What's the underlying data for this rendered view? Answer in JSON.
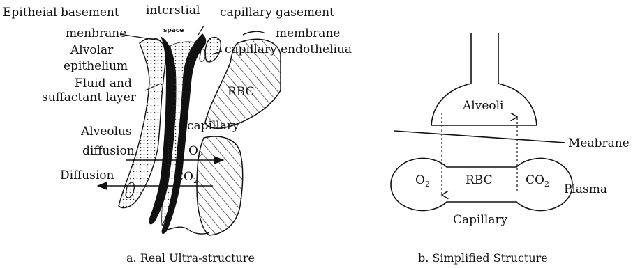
{
  "panel_a": {
    "labels": {
      "epithelial_basement": "Epitheial basement",
      "membrane_left": "menbrane",
      "interstitial": "intcrstial",
      "space": "space",
      "capillary_basement": "capillary gasement",
      "membrane_right": "membrane",
      "alveolar": "Alvolar",
      "epithelium": "epithelium",
      "endothelium": "capillary endotheliua",
      "fluid": "Fluid and",
      "surfactant": "suffactant layer",
      "rbc": "RBC",
      "alveolus": "Alveolus",
      "capillary": "capillary",
      "diffusion_lower": "diffusion",
      "o2": "O",
      "o2_sub": "2",
      "diffusion_upper": "Diffusion",
      "co2": "CO",
      "co2_sub": "2"
    },
    "caption": "a. Real Ultra-structure"
  },
  "panel_b": {
    "labels": {
      "alveoli": "Alveoli",
      "membrane": "Meabrane",
      "o2": "O",
      "o2_sub": "2",
      "rbc": "RBC",
      "co2": "CO",
      "co2_sub": "2",
      "plasma": "Plasma",
      "capillary": "Capillary"
    },
    "caption": "b. Simplified Structure"
  }
}
